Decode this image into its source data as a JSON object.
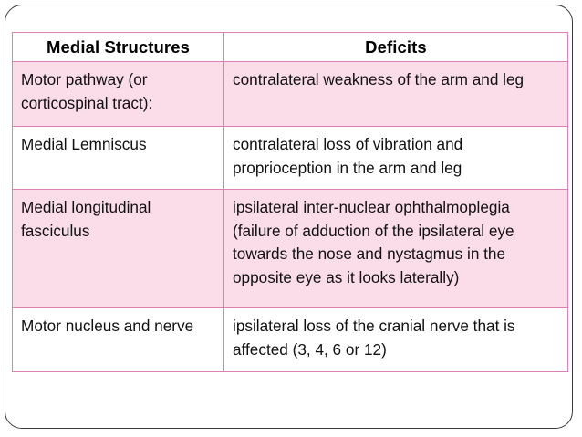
{
  "slide": {
    "background_color": "#ffffff",
    "frame_border_color": "#3a3a3a"
  },
  "table": {
    "accent_border_color": "#dd7fb8",
    "tint_row_color": "#fbdce9",
    "plain_row_color": "#ffffff",
    "headers": {
      "structures": "Medial Structures",
      "deficits": "Deficits"
    },
    "rows": [
      {
        "structure_lines": [
          "Motor pathway (or",
          "corticospinal tract):"
        ],
        "deficit_lines": [
          "contralateral weakness of the arm and leg"
        ],
        "shaded": true
      },
      {
        "structure_lines": [
          "Medial Lemniscus"
        ],
        "deficit_lines": [
          "contralateral loss of vibration and",
          "proprioception in the arm and leg"
        ],
        "shaded": false
      },
      {
        "structure_lines": [
          "Medial longitudinal",
          "fasciculus"
        ],
        "deficit_lines": [
          "ipsilateral inter-nuclear ophthalmoplegia",
          "(failure of adduction of the ipsilateral eye",
          "towards the nose and nystagmus in the",
          "opposite eye as it looks laterally)"
        ],
        "shaded": true
      },
      {
        "structure_lines": [
          "Motor nucleus and nerve"
        ],
        "deficit_lines": [
          "ipsilateral loss of the cranial nerve that is",
          "affected (3, 4, 6 or 12)"
        ],
        "shaded": false
      }
    ]
  }
}
